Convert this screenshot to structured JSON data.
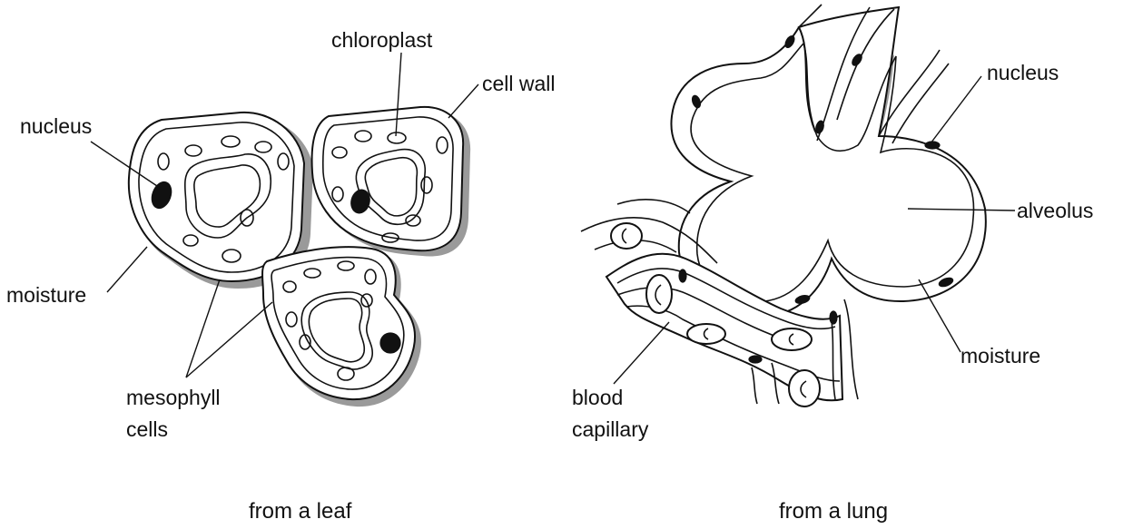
{
  "leaf_diagram": {
    "caption": "from a leaf",
    "labels": {
      "chloroplast": "chloroplast",
      "cell_wall": "cell wall",
      "nucleus": "nucleus",
      "moisture": "moisture",
      "mesophyll_line1": "mesophyll",
      "mesophyll_line2": "cells"
    }
  },
  "lung_diagram": {
    "caption": "from a lung",
    "labels": {
      "nucleus": "nucleus",
      "alveolus": "alveolus",
      "moisture": "moisture",
      "blood_line1": "blood",
      "blood_line2": "capillary"
    }
  }
}
